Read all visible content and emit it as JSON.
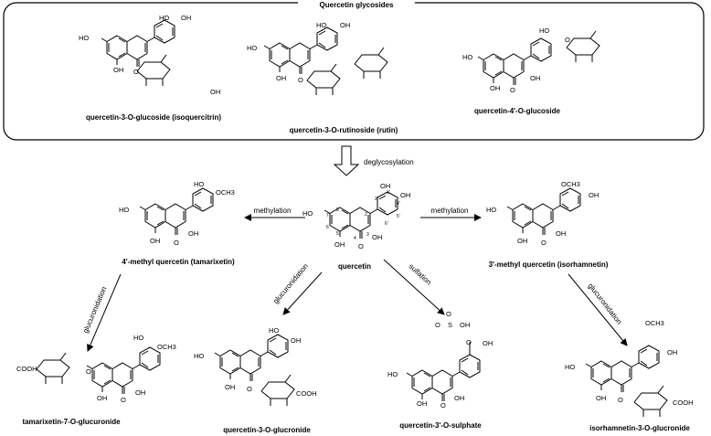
{
  "box_title": "Quercetin glycosides",
  "glycosides": [
    {
      "name": "quercetin-3-O-glucoside (isoquercitrin)"
    },
    {
      "name": "quercetin-3-O-rutinoside (rutin)"
    },
    {
      "name": "quercetin-4'-O-glucoside"
    }
  ],
  "deglycosylation": "deglycosylation",
  "center": {
    "name": "quercetin",
    "ring_numbers": [
      "2'",
      "3'",
      "4'",
      "5'",
      "6'",
      "7",
      "8",
      "6",
      "5",
      "2",
      "3",
      "4"
    ]
  },
  "reactions": {
    "methylation_left": "methylation",
    "methylation_right": "methylation",
    "glucuronidation_left": "glucuronidation",
    "glucuronidation_center": "glucuronidation",
    "sulfation": "sulfation",
    "glucuronidation_right": "glucuronidation"
  },
  "products": {
    "tamarixetin": "4'-methyl quercetin (tamarixetin)",
    "isorhamnetin": "3'-methyl quercetin (isorhamnetin)",
    "tamarixetin_glucuronide": "tamarixetin-7-O-glucuronide",
    "quercetin_glucuronide": "quercetin-3-O-glucronide",
    "quercetin_sulphate": "quercetin-3'-O-sulphate",
    "isorhamnetin_glucuronide": "isorhamnetin-3-O-glucronide"
  },
  "atoms": {
    "OH": "OH",
    "HO": "HO",
    "O": "O",
    "OCH3": "OCH3",
    "COOH": "COOH",
    "S": "S"
  }
}
